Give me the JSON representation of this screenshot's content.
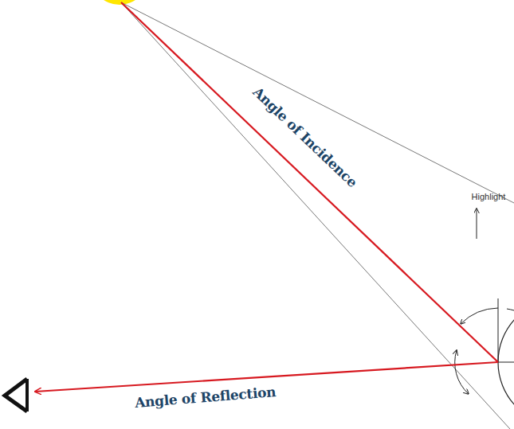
{
  "diagram": {
    "labels": [
      "Angle of Incidence",
      "Highlight",
      "Angle of Reflection"
    ]
  }
}
